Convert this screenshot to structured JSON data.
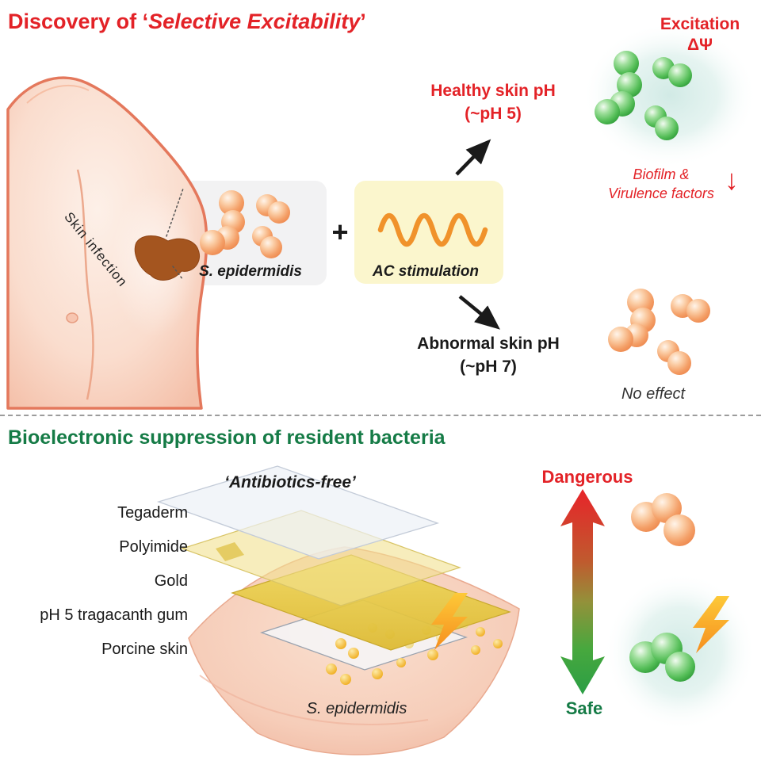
{
  "section1": {
    "title": {
      "prefix": "Discovery of ‘",
      "emphasis": "Selective Excitability",
      "suffix": "’"
    },
    "skin_infection_label": "Skin infection",
    "bacteria_box": {
      "label": "S. epidermidis"
    },
    "plus_sign": "+",
    "stimulation_box": {
      "label": "AC stimulation"
    },
    "healthy_line1": "Healthy skin pH",
    "healthy_line2": "(~pH 5)",
    "abnormal_line1": "Abnormal skin pH",
    "abnormal_line2": "(~pH 7)",
    "excitation_line1": "Excitation",
    "excitation_line2": "ΔΨ",
    "biofilm_line1": "Biofilm &",
    "biofilm_line2": "Virulence factors",
    "biofilm_arrow": "↓",
    "no_effect_label": "No effect"
  },
  "section2": {
    "title": "Bioelectronic suppression of resident bacteria",
    "device_caption": "‘Antibiotics-free’",
    "layers": [
      "Tegaderm",
      "Polyimide",
      "Gold",
      "pH 5 tragacanth gum",
      "Porcine skin"
    ],
    "bacteria_label": "S. epidermidis",
    "scale_top": "Dangerous",
    "scale_bottom": "Safe"
  },
  "colors": {
    "red_accent": "#E32227",
    "green_accent": "#157B46",
    "wave_orange": "#F0922B",
    "glow_teal": "#D8EFEA",
    "gold": "#E7CE4B",
    "skin_pink": "#F7D6C4"
  }
}
